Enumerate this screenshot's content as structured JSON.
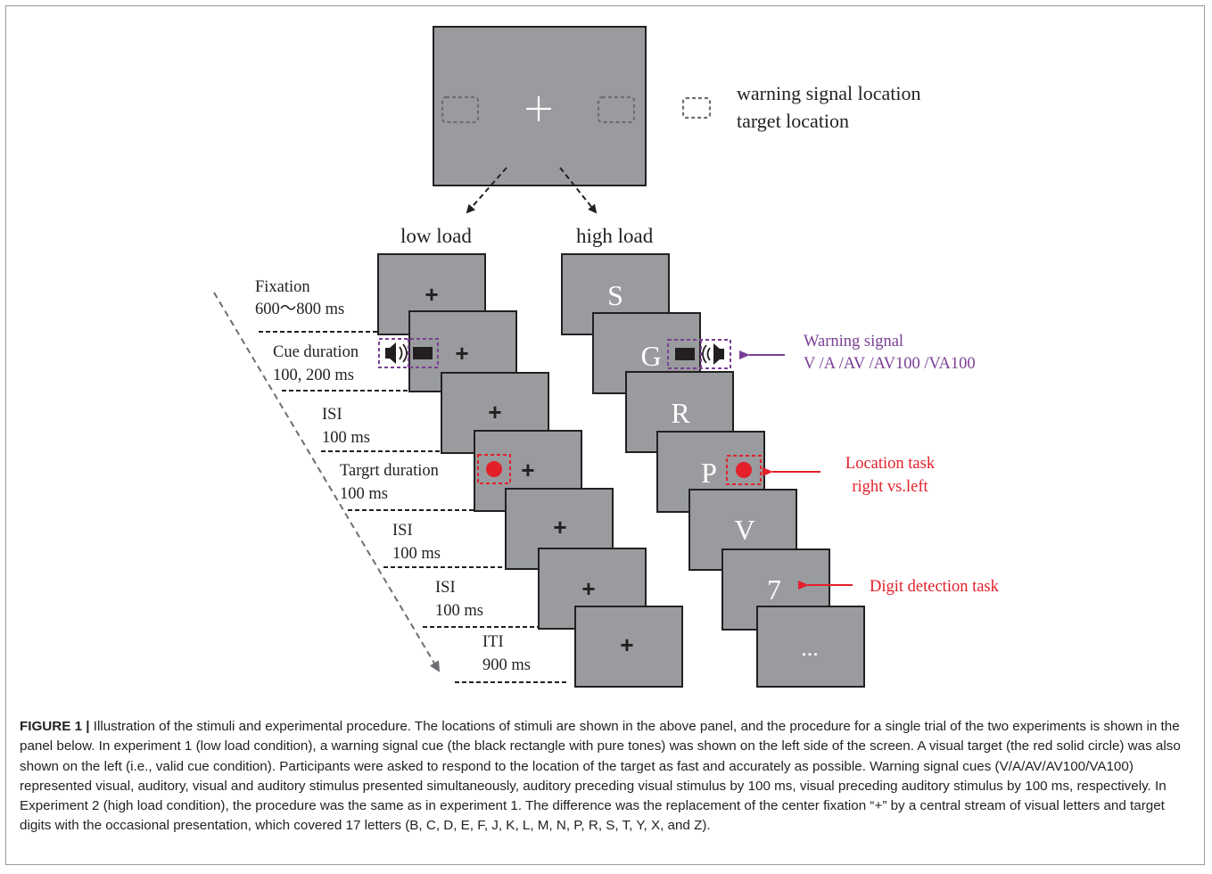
{
  "figure": {
    "legend": {
      "line1": "warning signal location",
      "line2": "target location"
    },
    "conditions": {
      "low": "low load",
      "high": "high load"
    },
    "timeline": {
      "fixation": {
        "name": "Fixation",
        "duration": "600～800 ms"
      },
      "cue": {
        "name": "Cue duration",
        "duration": "100, 200 ms"
      },
      "isi1": {
        "name": "ISI",
        "duration": "100 ms"
      },
      "target": {
        "name": "Targrt duration",
        "duration": "100 ms"
      },
      "isi2": {
        "name": "ISI",
        "duration": "100 ms"
      },
      "isi3": {
        "name": "ISI",
        "duration": "100 ms"
      },
      "iti": {
        "name": "ITI",
        "duration": "900 ms"
      }
    },
    "low_screen_symbol": "+",
    "high_stream": [
      "S",
      "G",
      "R",
      "P",
      "V",
      "7",
      "..."
    ],
    "annotations": {
      "warning_title": "Warning signal",
      "warning_types": "V /A /AV /AV100 /VA100",
      "location_task_1": "Location task",
      "location_task_2": "right vs.left",
      "digit_task": "Digit detection task"
    },
    "colors": {
      "screen": "#999b9e",
      "purple": "#7b3f96",
      "red": "#e3202a",
      "dark": "#231f20"
    }
  },
  "caption": {
    "label": "FIGURE 1 |",
    "text": " Illustration of the stimuli and experimental procedure. The locations of stimuli are shown in the above panel, and the procedure for a single trial of the two experiments is shown in the panel below. In experiment 1 (low load condition), a warning signal cue (the black rectangle with pure tones) was shown on the left side of the screen. A visual target (the red solid circle) was also shown on the left (i.e., valid cue condition). Participants were asked to respond to the location of the target as fast and accurately as possible. Warning signal cues (V/A/AV/AV100/VA100) represented visual, auditory, visual and auditory stimulus presented simultaneously, auditory preceding visual stimulus by 100 ms, visual preceding auditory stimulus by 100 ms, respectively. In Experiment 2 (high load condition), the procedure was the same as in experiment 1. The difference was the replacement of the center fixation “+” by a central stream of visual letters and target digits with the occasional presentation, which covered 17 letters (B, C, D, E, F, J, K, L, M, N, P, R, S, T, Y, X, and Z)."
  }
}
